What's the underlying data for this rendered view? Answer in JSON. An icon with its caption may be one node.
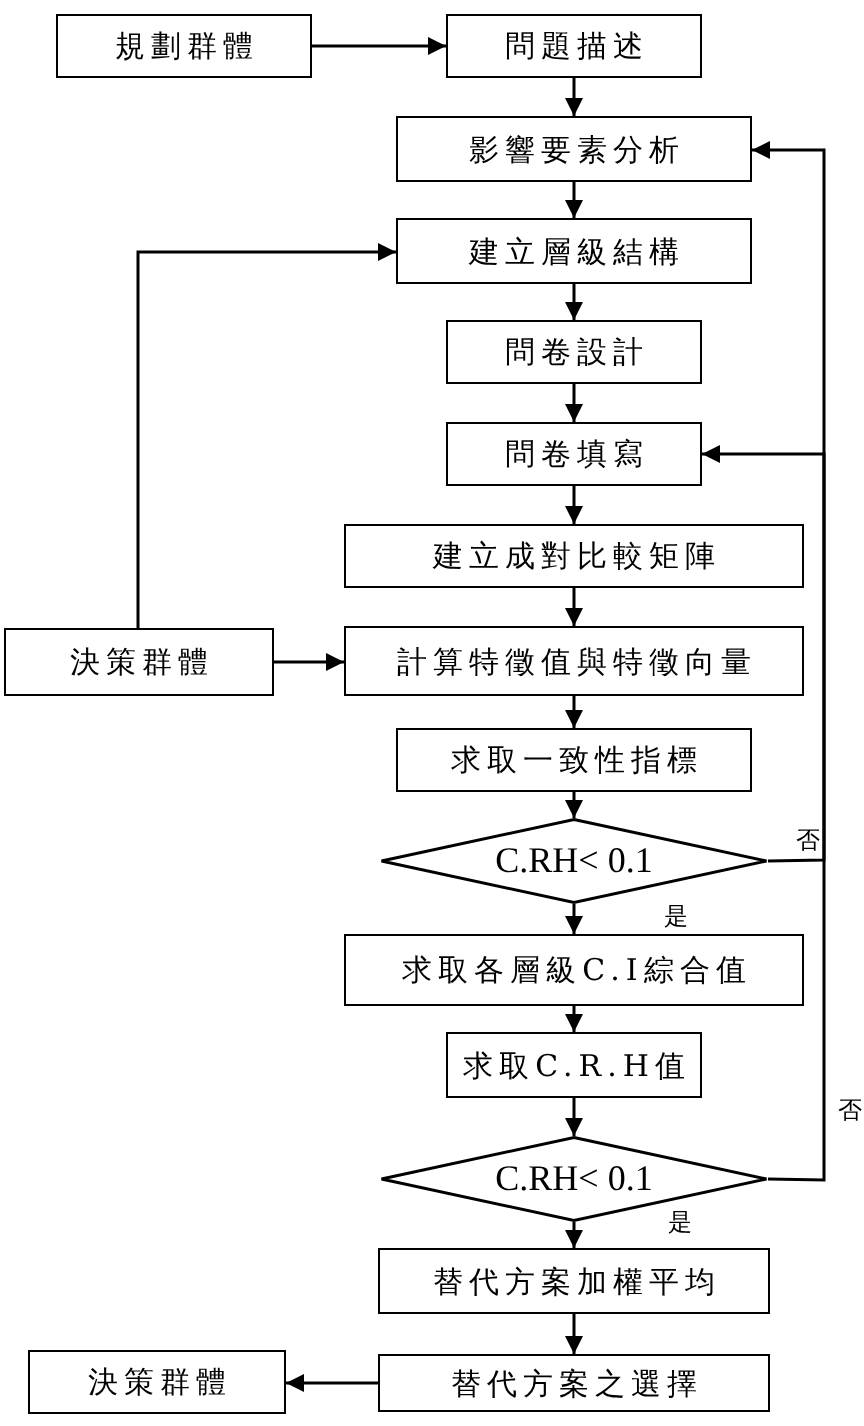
{
  "diagram": {
    "nodes": [
      {
        "text": [
          "規劃群體"
        ]
      },
      {
        "text": [
          "問題描述"
        ]
      },
      {
        "text": [
          "影響要素分析"
        ]
      },
      {
        "text": [
          "建立層級結構"
        ]
      },
      {
        "text": [
          "問卷設計"
        ]
      },
      {
        "text": [
          "問卷填寫"
        ]
      },
      {
        "text": [
          "建立成對比較矩陣"
        ]
      },
      {
        "text": [
          "決策群體"
        ]
      },
      {
        "text": [
          "計算特徵值與特徵向量"
        ]
      },
      {
        "text": [
          "求取一致性指標"
        ]
      },
      {
        "text": [
          "C.RH< 0.1"
        ]
      },
      {
        "text": [
          "求取各層級C.I綜合值"
        ]
      },
      {
        "text": [
          "求取C.R.H值"
        ]
      },
      {
        "text": [
          "C.RH< 0.1"
        ]
      },
      {
        "text": [
          "替代方案加權平均"
        ]
      },
      {
        "text": [
          "替代方案之選擇"
        ]
      },
      {
        "text": [
          "決策群體"
        ]
      }
    ],
    "edges": [
      {
        "from": 0,
        "to": 1,
        "arrow": "to"
      },
      {
        "from": 1,
        "to": 2,
        "arrow": "to"
      },
      {
        "from": 2,
        "to": 3,
        "arrow": "to"
      },
      {
        "from": 7,
        "to": 3,
        "arrow": "to"
      },
      {
        "from": 3,
        "to": 4,
        "arrow": "to"
      },
      {
        "from": 4,
        "to": 5,
        "arrow": "to"
      },
      {
        "from": 5,
        "to": 6,
        "arrow": "to"
      },
      {
        "from": 6,
        "to": 8,
        "arrow": "to"
      },
      {
        "from": 7,
        "to": 8,
        "arrow": "to"
      },
      {
        "from": 8,
        "to": 9,
        "arrow": "to"
      },
      {
        "from": 9,
        "to": 10,
        "arrow": "to"
      },
      {
        "from": 10,
        "to": 11,
        "arrow": "to",
        "label": "是"
      },
      {
        "from": 10,
        "to": 5,
        "arrow": "to",
        "label": "否"
      },
      {
        "from": 11,
        "to": 12,
        "arrow": "to"
      },
      {
        "from": 12,
        "to": 13,
        "arrow": "to"
      },
      {
        "from": 13,
        "to": 14,
        "arrow": "to",
        "label": "是"
      },
      {
        "from": 13,
        "to": 2,
        "arrow": "to",
        "label": "否"
      },
      {
        "from": 14,
        "to": 15,
        "arrow": "to"
      },
      {
        "from": 15,
        "to": 16,
        "arrow": "to"
      }
    ]
  }
}
